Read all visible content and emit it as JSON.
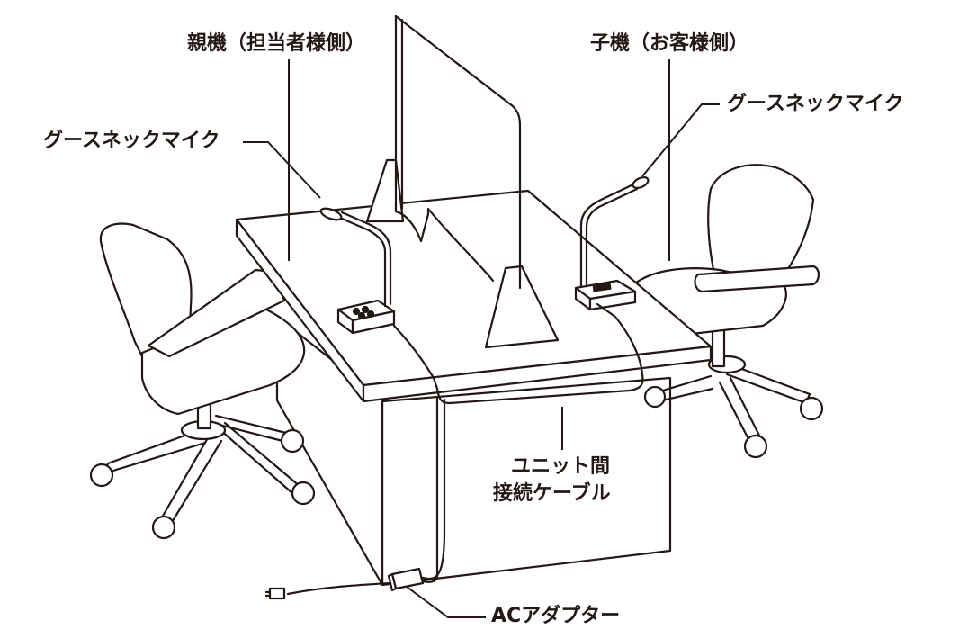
{
  "labels": {
    "parent_unit": "親機（担当者様側）",
    "child_unit": "子機（お客様側）",
    "mic_left": "グースネックマイク",
    "mic_right": "グースネックマイク",
    "cable_line1": "ユニット間",
    "cable_line2": "接続ケーブル",
    "ac_adapter": "ACアダプター"
  },
  "colors": {
    "line": "#231815",
    "background": "#ffffff"
  }
}
